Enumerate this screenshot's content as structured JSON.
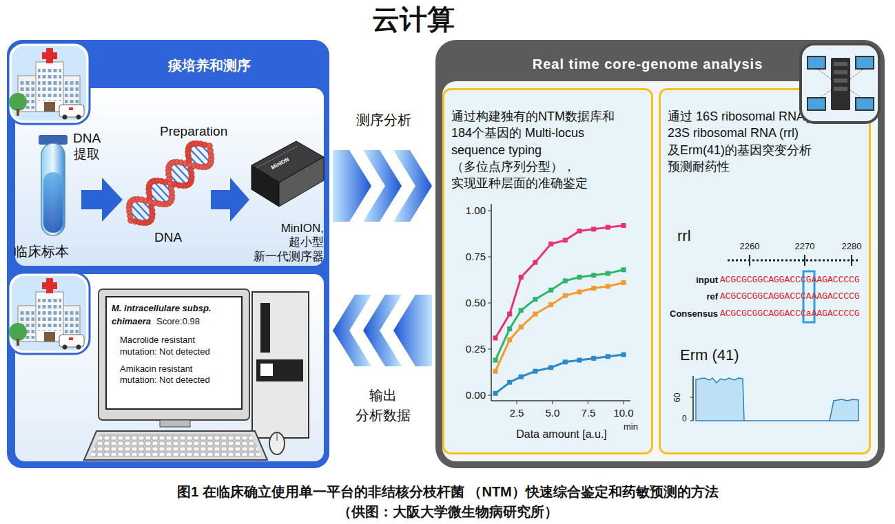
{
  "diagram": {
    "title": "云计算",
    "caption": "图1 在临床确立使用单一平台的非结核分枝杆菌 （NTM）快速综合鉴定和药敏预测的方法（供图：大阪大学微生物病研究所）",
    "nodes": [
      {
        "text": [
          "痰培养和测序"
        ]
      },
      {
        "text": [
          "M. intracellulare subsp. chimaera",
          "Score:0.98",
          "Macrolide resistant mutation: Not detected",
          "Amikacin resistant mutation: Not detected"
        ],
        "in": 0
      },
      {
        "text": [
          "Real time core-genome analysis"
        ]
      },
      {
        "text": [
          "通过构建独有的NTM数据库和 184个基因的 Multi-locus sequence typing （多位点序列分型）， 实现亚种层面的准确鉴定"
        ],
        "in": 2
      },
      {
        "text": [
          "通过 16S ribosomal RNA(rrs)、 23S ribosomal RNA (rrl) 及Erm(41)的基因突变分析 预测耐药性"
        ],
        "in": 2
      }
    ],
    "edges": [
      {
        "from": 0,
        "to": 2,
        "label": "测序分析",
        "arrow": "to"
      },
      {
        "from": 2,
        "to": 0,
        "label": "输出 分析数据",
        "arrow": "to"
      }
    ],
    "labels": [
      "DNA 提取",
      "Preparation",
      "DNA",
      "临床标本",
      "MinION, 超小型 新一代测序器",
      "MinION",
      "1.00",
      "0.75",
      "0.50",
      "0.25",
      "0.00",
      "2.5",
      "5.0",
      "7.5",
      "10.0",
      "min",
      "Data amount [a.u.]",
      "rrl",
      "2260",
      "2270",
      "2280",
      "input",
      "ref",
      "Consensus",
      "ACGCGCGGCAGGACCC",
      "G",
      "AAGACCCCG",
      "ACGCGCGGCAGGACCC",
      "A",
      "AAGACCCCG",
      "ACGCGCGGCAGGACCC",
      "a",
      "AAGACCCCG",
      "Erm (41)",
      "60",
      "0"
    ]
  }
}
